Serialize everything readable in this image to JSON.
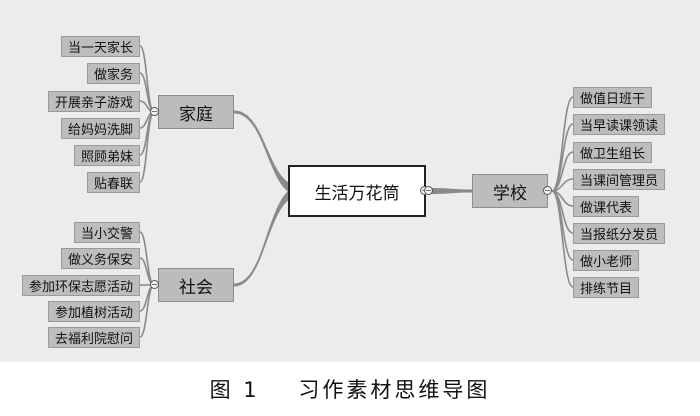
{
  "root": {
    "label": "生活万花筒"
  },
  "branches": {
    "family": {
      "label": "家庭",
      "items": [
        "当一天家长",
        "做家务",
        "开展亲子游戏",
        "给妈妈洗脚",
        "照顾弟妹",
        "贴春联"
      ]
    },
    "society": {
      "label": "社会",
      "items": [
        "当小交警",
        "做义务保安",
        "参加环保志愿活动",
        "参加植树活动",
        "去福利院慰问"
      ]
    },
    "school": {
      "label": "学校",
      "items": [
        "做值日班干",
        "当早读课领读",
        "做卫生组长",
        "当课间管理员",
        "做课代表",
        "当报纸分发员",
        "做小老师",
        "排练节目"
      ]
    }
  },
  "collapse_symbol": "−",
  "caption": {
    "label": "图 1",
    "title": "习作素材思维导图"
  },
  "colors": {
    "background": "#ececec",
    "node_fill": "#bdbdbd",
    "link": "#8a8a8a",
    "root_border": "#222222"
  }
}
